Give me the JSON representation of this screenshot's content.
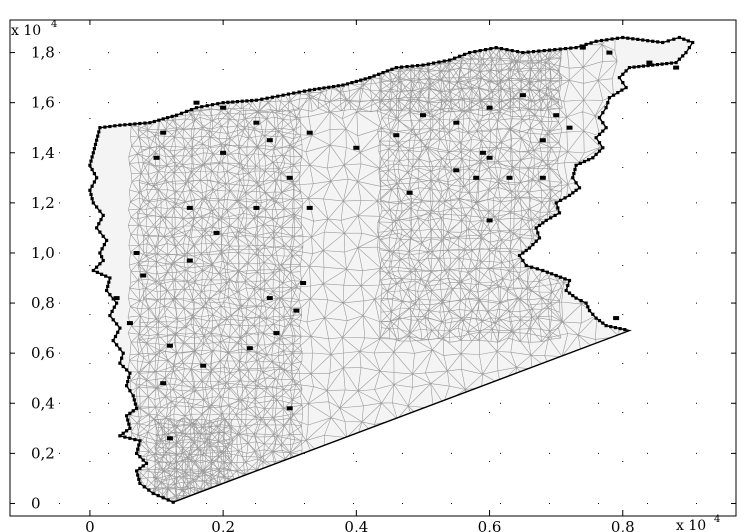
{
  "chart_data": {
    "type": "mesh",
    "title": "",
    "xlabel": "",
    "ylabel": "",
    "x_multiplier": "x 10",
    "x_multiplier_exp": "4",
    "y_multiplier": "x 10",
    "y_multiplier_exp": "4",
    "xlim": [
      -0.12,
      0.97
    ],
    "ylim": [
      -0.05,
      1.93
    ],
    "x_ticks": [
      {
        "value": 0.0,
        "label": "0"
      },
      {
        "value": 0.2,
        "label": "0,2"
      },
      {
        "value": 0.4,
        "label": "0,4"
      },
      {
        "value": 0.6,
        "label": "0,6"
      },
      {
        "value": 0.8,
        "label": "0,8"
      }
    ],
    "y_ticks": [
      {
        "value": 0.0,
        "label": "0"
      },
      {
        "value": 0.2,
        "label": "0,2"
      },
      {
        "value": 0.4,
        "label": "0,4"
      },
      {
        "value": 0.6,
        "label": "0,6"
      },
      {
        "value": 0.8,
        "label": "0,8"
      },
      {
        "value": 1.0,
        "label": "1,0"
      },
      {
        "value": 1.2,
        "label": "1,2"
      },
      {
        "value": 1.4,
        "label": "1,4"
      },
      {
        "value": 1.6,
        "label": "1,6"
      },
      {
        "value": 1.8,
        "label": "1,8"
      }
    ],
    "grid": "dotted",
    "mesh_color": "#9a9a9a",
    "boundary_color": "#000000",
    "boundary": [
      [
        0.125,
        0.005
      ],
      [
        0.095,
        0.04
      ],
      [
        0.075,
        0.08
      ],
      [
        0.07,
        0.13
      ],
      [
        0.085,
        0.16
      ],
      [
        0.07,
        0.2
      ],
      [
        0.075,
        0.25
      ],
      [
        0.045,
        0.27
      ],
      [
        0.06,
        0.3
      ],
      [
        0.055,
        0.35
      ],
      [
        0.07,
        0.38
      ],
      [
        0.065,
        0.43
      ],
      [
        0.055,
        0.47
      ],
      [
        0.06,
        0.52
      ],
      [
        0.045,
        0.56
      ],
      [
        0.05,
        0.6
      ],
      [
        0.035,
        0.65
      ],
      [
        0.045,
        0.7
      ],
      [
        0.03,
        0.75
      ],
      [
        0.04,
        0.8
      ],
      [
        0.025,
        0.85
      ],
      [
        0.03,
        0.9
      ],
      [
        0.005,
        0.93
      ],
      [
        0.02,
        0.97
      ],
      [
        0.015,
        1.0
      ],
      [
        0.025,
        1.05
      ],
      [
        0.01,
        1.1
      ],
      [
        0.02,
        1.15
      ],
      [
        0.005,
        1.2
      ],
      [
        0.0,
        1.25
      ],
      [
        0.01,
        1.3
      ],
      [
        0.0,
        1.35
      ],
      [
        0.005,
        1.4
      ],
      [
        0.01,
        1.45
      ],
      [
        0.015,
        1.5
      ],
      [
        0.045,
        1.51
      ],
      [
        0.09,
        1.52
      ],
      [
        0.13,
        1.55
      ],
      [
        0.16,
        1.58
      ],
      [
        0.2,
        1.6
      ],
      [
        0.25,
        1.61
      ],
      [
        0.29,
        1.63
      ],
      [
        0.33,
        1.65
      ],
      [
        0.38,
        1.67
      ],
      [
        0.42,
        1.7
      ],
      [
        0.46,
        1.74
      ],
      [
        0.5,
        1.75
      ],
      [
        0.54,
        1.77
      ],
      [
        0.57,
        1.8
      ],
      [
        0.61,
        1.82
      ],
      [
        0.65,
        1.8
      ],
      [
        0.69,
        1.81
      ],
      [
        0.73,
        1.82
      ],
      [
        0.76,
        1.845
      ],
      [
        0.8,
        1.86
      ],
      [
        0.83,
        1.85
      ],
      [
        0.86,
        1.84
      ],
      [
        0.885,
        1.86
      ],
      [
        0.905,
        1.84
      ],
      [
        0.895,
        1.8
      ],
      [
        0.88,
        1.76
      ],
      [
        0.845,
        1.75
      ],
      [
        0.81,
        1.74
      ],
      [
        0.795,
        1.7
      ],
      [
        0.805,
        1.66
      ],
      [
        0.78,
        1.62
      ],
      [
        0.775,
        1.58
      ],
      [
        0.765,
        1.54
      ],
      [
        0.775,
        1.5
      ],
      [
        0.76,
        1.46
      ],
      [
        0.77,
        1.42
      ],
      [
        0.755,
        1.38
      ],
      [
        0.73,
        1.35
      ],
      [
        0.725,
        1.3
      ],
      [
        0.735,
        1.26
      ],
      [
        0.72,
        1.23
      ],
      [
        0.7,
        1.2
      ],
      [
        0.705,
        1.16
      ],
      [
        0.685,
        1.13
      ],
      [
        0.67,
        1.1
      ],
      [
        0.675,
        1.06
      ],
      [
        0.66,
        1.02
      ],
      [
        0.645,
        0.99
      ],
      [
        0.655,
        0.95
      ],
      [
        0.68,
        0.93
      ],
      [
        0.7,
        0.91
      ],
      [
        0.72,
        0.89
      ],
      [
        0.715,
        0.85
      ],
      [
        0.73,
        0.82
      ],
      [
        0.745,
        0.8
      ],
      [
        0.75,
        0.77
      ],
      [
        0.76,
        0.74
      ],
      [
        0.775,
        0.71
      ],
      [
        0.81,
        0.69
      ],
      [
        0.125,
        0.005
      ]
    ],
    "sensor_points": [
      [
        0.11,
        1.48
      ],
      [
        0.16,
        1.6
      ],
      [
        0.2,
        1.58
      ],
      [
        0.25,
        1.52
      ],
      [
        0.1,
        1.38
      ],
      [
        0.2,
        1.4
      ],
      [
        0.27,
        1.45
      ],
      [
        0.33,
        1.48
      ],
      [
        0.4,
        1.42
      ],
      [
        0.46,
        1.47
      ],
      [
        0.5,
        1.55
      ],
      [
        0.55,
        1.52
      ],
      [
        0.6,
        1.58
      ],
      [
        0.65,
        1.63
      ],
      [
        0.7,
        1.55
      ],
      [
        0.72,
        1.5
      ],
      [
        0.68,
        1.45
      ],
      [
        0.59,
        1.4
      ],
      [
        0.6,
        1.38
      ],
      [
        0.55,
        1.33
      ],
      [
        0.58,
        1.3
      ],
      [
        0.63,
        1.3
      ],
      [
        0.68,
        1.3
      ],
      [
        0.3,
        1.3
      ],
      [
        0.25,
        1.18
      ],
      [
        0.33,
        1.18
      ],
      [
        0.48,
        1.24
      ],
      [
        0.15,
        1.18
      ],
      [
        0.19,
        1.08
      ],
      [
        0.07,
        1.0
      ],
      [
        0.15,
        0.97
      ],
      [
        0.08,
        0.91
      ],
      [
        0.27,
        0.82
      ],
      [
        0.32,
        0.88
      ],
      [
        0.31,
        0.77
      ],
      [
        0.04,
        0.82
      ],
      [
        0.06,
        0.72
      ],
      [
        0.28,
        0.68
      ],
      [
        0.12,
        0.63
      ],
      [
        0.24,
        0.62
      ],
      [
        0.17,
        0.55
      ],
      [
        0.11,
        0.48
      ],
      [
        0.3,
        0.38
      ],
      [
        0.12,
        0.26
      ],
      [
        0.79,
        0.74
      ],
      [
        0.6,
        1.13
      ],
      [
        0.74,
        1.82
      ],
      [
        0.78,
        1.8
      ],
      [
        0.84,
        1.76
      ],
      [
        0.88,
        1.74
      ]
    ]
  }
}
